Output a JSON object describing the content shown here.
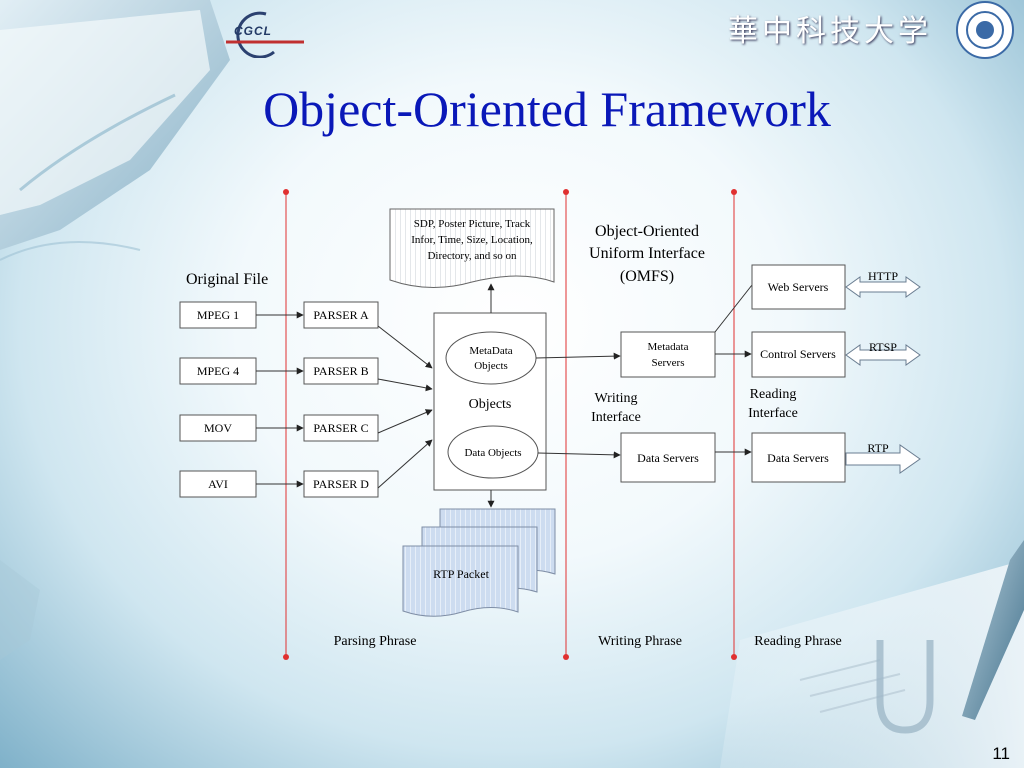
{
  "slide": {
    "title": "Object-Oriented Framework",
    "page_number": "11",
    "logo_text": "CGCL",
    "university_name": "華中科技大学"
  },
  "diagram": {
    "original_file_label": "Original File",
    "formats": [
      "MPEG 1",
      "MPEG 4",
      "MOV",
      "AVI"
    ],
    "parsers": [
      "PARSER A",
      "PARSER B",
      "PARSER C",
      "PARSER D"
    ],
    "metadata_doc": [
      "SDP, Poster Picture, Track",
      "Infor, Time, Size, Location,",
      "Directory, and so on"
    ],
    "objects_label": "Objects",
    "metadata_objects": [
      "MetaData",
      "Objects"
    ],
    "data_objects": "Data Objects",
    "rtp_packet": "RTP Packet",
    "omfs_label": [
      "Object-Oriented",
      "Uniform Interface",
      "(OMFS)"
    ],
    "metadata_servers": [
      "Metadata",
      "Servers"
    ],
    "writing_interface": [
      "Writing",
      "Interface"
    ],
    "data_servers_write": "Data Servers",
    "web_servers": "Web Servers",
    "control_servers": "Control Servers",
    "data_servers_read": "Data Servers",
    "reading_interface": [
      "Reading",
      "Interface"
    ],
    "protocols": [
      "HTTP",
      "RTSP",
      "RTP"
    ],
    "phases": [
      "Parsing Phrase",
      "Writing Phrase",
      "Reading Phrase"
    ]
  }
}
